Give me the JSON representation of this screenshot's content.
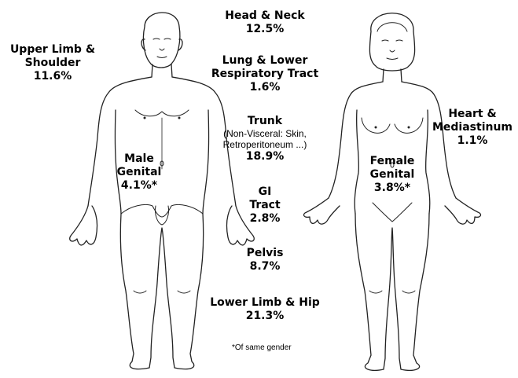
{
  "regions": {
    "head_neck": {
      "name": "Head & Neck",
      "pct": "12.5%"
    },
    "upper_limb": {
      "name_line1": "Upper Limb &",
      "name_line2": "Shoulder",
      "pct": "11.6%"
    },
    "lung": {
      "name_line1": "Lung & Lower",
      "name_line2": "Respiratory Tract",
      "pct": "1.6%"
    },
    "trunk": {
      "name": "Trunk",
      "detail_line1": "(Non-Visceral: Skin,",
      "detail_line2": "Retroperitoneum ...)",
      "pct": "18.9%"
    },
    "male_genital": {
      "name_line1": "Male",
      "name_line2": "Genital",
      "pct": "4.1%*"
    },
    "gi_tract": {
      "name_line1": "GI",
      "name_line2": "Tract",
      "pct": "2.8%"
    },
    "pelvis": {
      "name": "Pelvis",
      "pct": "8.7%"
    },
    "lower_limb": {
      "name": "Lower Limb & Hip",
      "pct": "21.3%"
    },
    "heart": {
      "name_line1": "Heart &",
      "name_line2": "Mediastinum",
      "pct": "1.1%"
    },
    "female_genital": {
      "name_line1": "Female",
      "name_line2": "Genital",
      "pct": "3.8%*"
    }
  },
  "footnote": "*Of same gender"
}
